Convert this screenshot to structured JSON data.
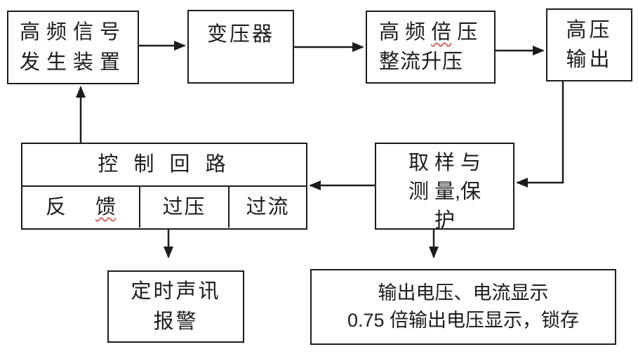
{
  "colors": {
    "line": "#1c1c1c",
    "background": "#ffffff",
    "spellcheck_underline": "#d56a6a"
  },
  "boxes": {
    "signal_generator": {
      "line1": "高频信号",
      "line2": "发生装置"
    },
    "transformer": {
      "label": "变压器"
    },
    "voltage_doubler": {
      "line1_pre": "高 频 ",
      "line1_wavy": "倍",
      "line1_post": " 压",
      "line2": "整流升压"
    },
    "hv_output": {
      "line1": "高压",
      "line2": "输出"
    },
    "control_loop": {
      "title": "控 制 回 路",
      "feedback_pre": "反",
      "feedback_wavy": "馈",
      "overvoltage": "过压",
      "overcurrent": "过流"
    },
    "sampling": {
      "line1": "取 样 与",
      "line2": "测 量,保",
      "line3": "护"
    },
    "alarm": {
      "line1": "定时声讯",
      "line2": "报警"
    },
    "display": {
      "line1": "输出电压、电流显示",
      "line2": "0.75 倍输出电压显示，锁存"
    }
  }
}
